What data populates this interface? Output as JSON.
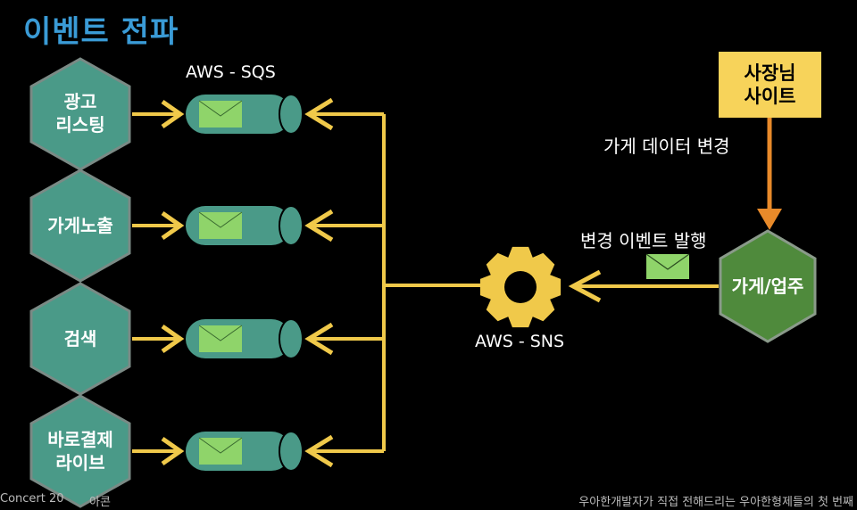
{
  "title": "이벤트 전파",
  "sqs_label": "AWS - SQS",
  "sns_label": "AWS - SNS",
  "consumers": [
    {
      "line1": "광고",
      "line2": "리스팅"
    },
    {
      "line1": "가게노출",
      "line2": ""
    },
    {
      "line1": "검색",
      "line2": ""
    },
    {
      "line1": "바로결제",
      "line2": "라이브"
    }
  ],
  "owner_site": {
    "line1": "사장님",
    "line2": "사이트"
  },
  "data_change_label": "가게 데이터 변경",
  "publish_label": "변경 이벤트 발행",
  "publisher": "가게/업주",
  "footer": {
    "left_a": "Concert 20",
    "left_b": "아콘",
    "right": "우아한개발자가 직접 전해드리는 우아한형제들의 첫 번째"
  },
  "colors": {
    "title": "#3a9bd6",
    "arrow": "#f0c94a",
    "queue": "#4a9a88",
    "envelope": "#8fd46a",
    "publisher": "#4f8a3c",
    "owner_box": "#f7d35a",
    "owner_arrow": "#e88a2a"
  },
  "icons": [
    "hexagon",
    "queue-cylinder",
    "envelope-icon",
    "gear-icon",
    "arrow"
  ]
}
